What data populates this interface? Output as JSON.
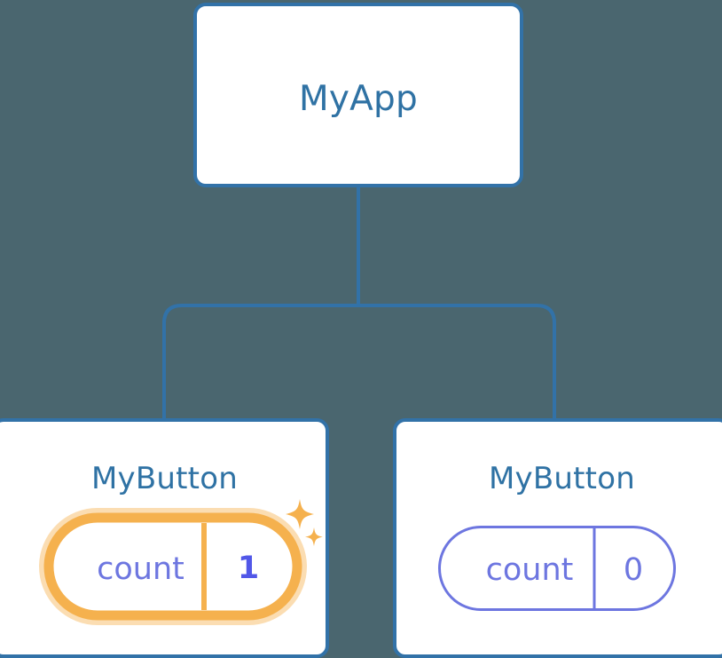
{
  "diagram": {
    "type": "component-tree",
    "background_color": "#4a666f",
    "edge_color": "#3272a8",
    "node_border_color": "#3272a8",
    "node_fill_color": "#ffffff",
    "title_color": "#2f72a4",
    "highlight_color": "#f5b14e",
    "highlight_glow_color": "#fbddb2",
    "state_label_color": "#6d76e0",
    "state_value_highlight_color": "#5157e8"
  },
  "root": {
    "label": "MyApp"
  },
  "children": [
    {
      "label": "MyButton",
      "state": {
        "key": "count",
        "value": "1"
      },
      "highlighted": true,
      "sparkle_icons": [
        "sparkle-large-icon",
        "sparkle-small-icon"
      ]
    },
    {
      "label": "MyButton",
      "state": {
        "key": "count",
        "value": "0"
      },
      "highlighted": false
    }
  ]
}
